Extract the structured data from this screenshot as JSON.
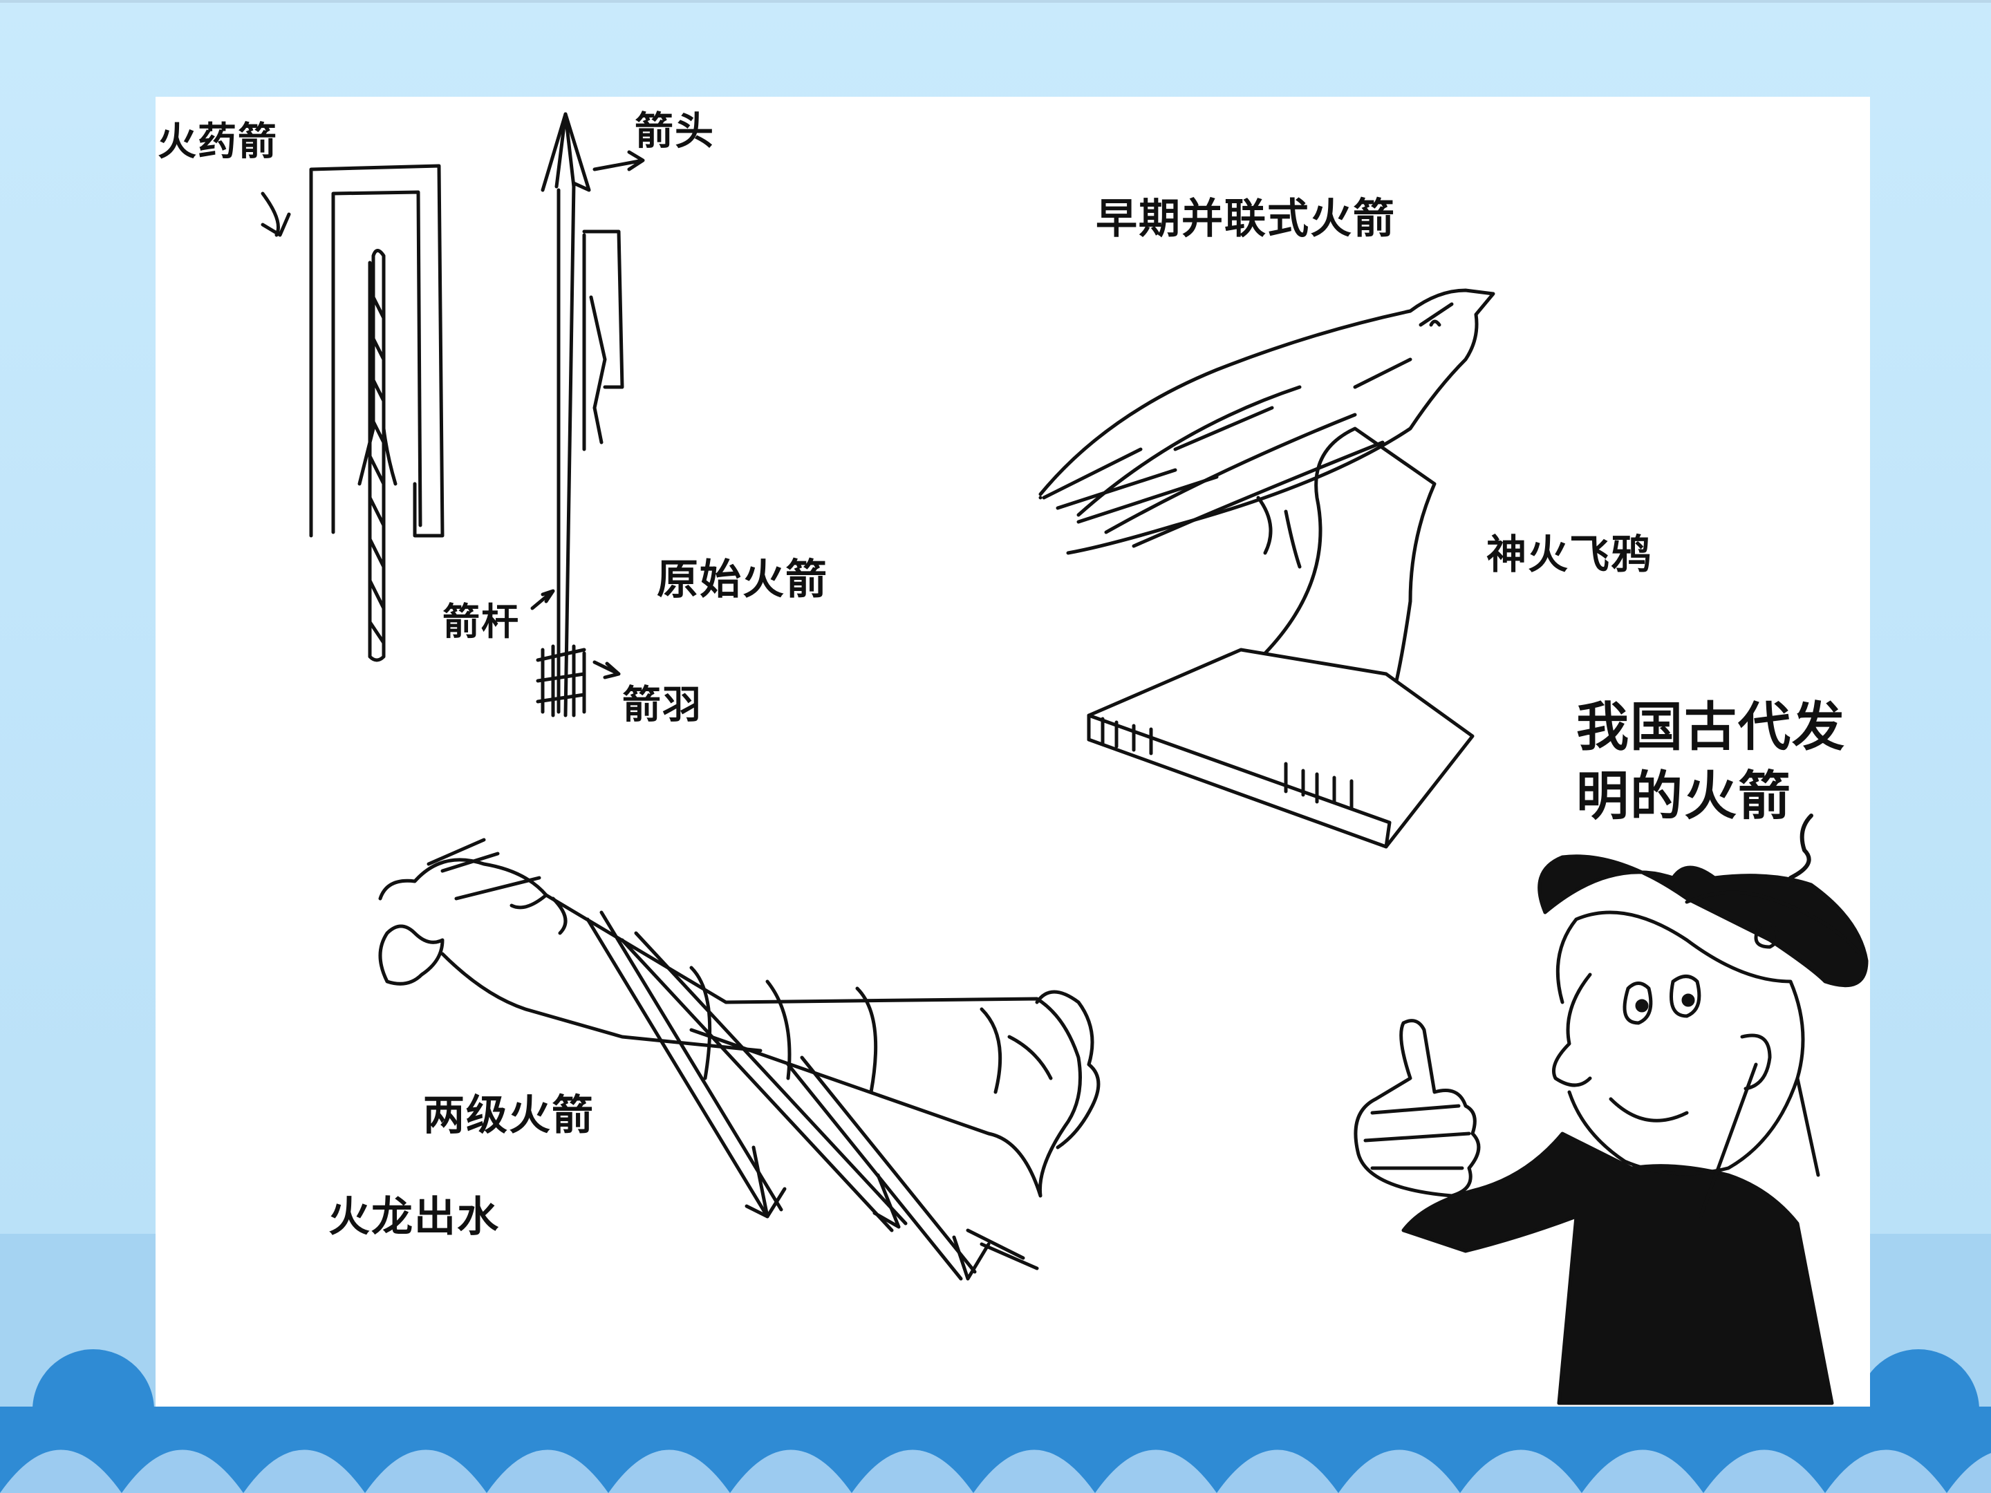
{
  "labels": {
    "gunpowder_arrow": "火药箭",
    "arrowhead": "箭头",
    "early_parallel_rocket": "早期并联式火箭",
    "primitive_rocket": "原始火箭",
    "arrow_shaft": "箭杆",
    "arrow_feather": "箭羽",
    "divine_fire_crow": "神火飞鸦",
    "two_stage_rocket": "两级火箭",
    "fire_dragon_out_of_water": "火龙出水",
    "speech_line_1": "我国古代发",
    "speech_line_2": "明的火箭"
  },
  "colors": {
    "sky_top": "#c7e8fb",
    "sky_bottom": "#a9d6f3",
    "wave_light": "#9ccbf0",
    "wave_dark": "#2f8bd4",
    "card": "#ffffff",
    "ink": "#111111"
  }
}
